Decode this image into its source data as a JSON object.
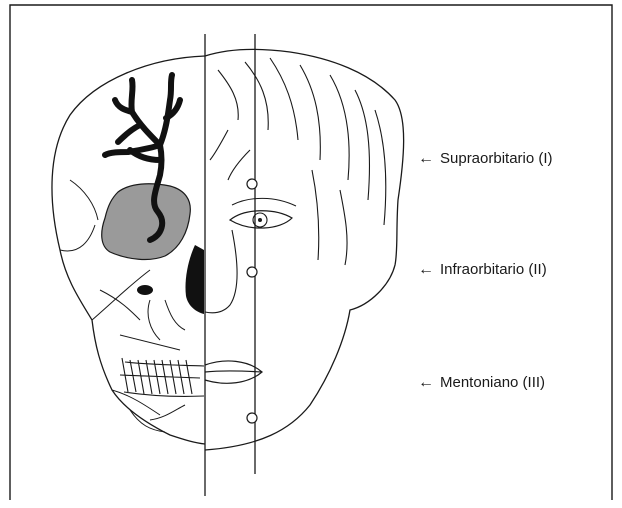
{
  "labels": {
    "supraorbital": "Supraorbitario (I)",
    "infraorbital": "Infraorbitario (II)",
    "mental": "Mentoniano (III)"
  },
  "icons": {
    "pointer": "left-arrow"
  },
  "colors": {
    "line": "#1a1a1a",
    "orbit_fill": "#9a9a9a",
    "nerve": "#111111"
  }
}
